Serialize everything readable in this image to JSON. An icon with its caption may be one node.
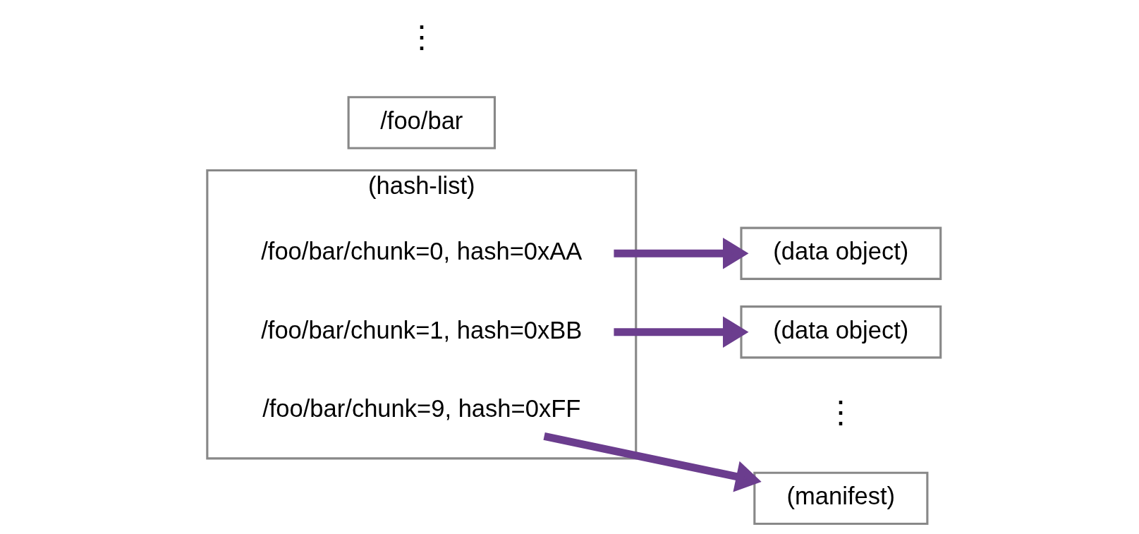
{
  "diagram": {
    "nodes": [
      {
        "text": [
          "/foo/bar"
        ]
      },
      {
        "text": [
          "(hash-list)"
        ]
      },
      {
        "text": [
          "/foo/bar/chunk=0, hash=0xAA"
        ],
        "in": 1
      },
      {
        "text": [
          "/foo/bar/chunk=1, hash=0xBB"
        ],
        "in": 1
      },
      {
        "text": [
          "/foo/bar/chunk=9, hash=0xFF"
        ],
        "in": 1
      },
      {
        "text": [
          "(data object)"
        ]
      },
      {
        "text": [
          "(data object)"
        ]
      },
      {
        "text": [
          "(manifest)"
        ]
      }
    ],
    "edges": [
      {
        "from": 2,
        "to": 5,
        "arrow": "to"
      },
      {
        "from": 3,
        "to": 6,
        "arrow": "to"
      },
      {
        "from": 4,
        "to": 7,
        "arrow": "to"
      }
    ],
    "labels": [
      "⋮",
      "⋮"
    ]
  }
}
